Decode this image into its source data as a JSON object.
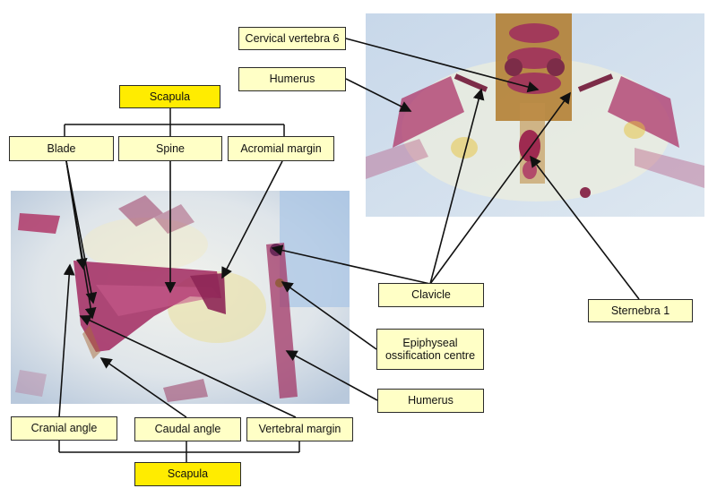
{
  "top_group": {
    "title": "Scapula",
    "items": [
      "Blade",
      "Spine",
      "Acromial margin"
    ]
  },
  "bottom_group": {
    "title": "Scapula",
    "items": [
      "Cranial angle",
      "Caudal angle",
      "Vertebral margin"
    ]
  },
  "labels": {
    "cervical_vertebra": "Cervical vertebra 6",
    "humerus_top": "Humerus",
    "clavicle": "Clavicle",
    "sternebra": "Sternebra 1",
    "epiphyseal": "Epiphyseal ossification centre",
    "humerus_bottom": "Humerus"
  },
  "colors": {
    "label_fill": "#ffffc6",
    "title_fill": "#ffec00",
    "bone_stain": "#a0305a",
    "background_tissue": "#d9e4ee"
  }
}
